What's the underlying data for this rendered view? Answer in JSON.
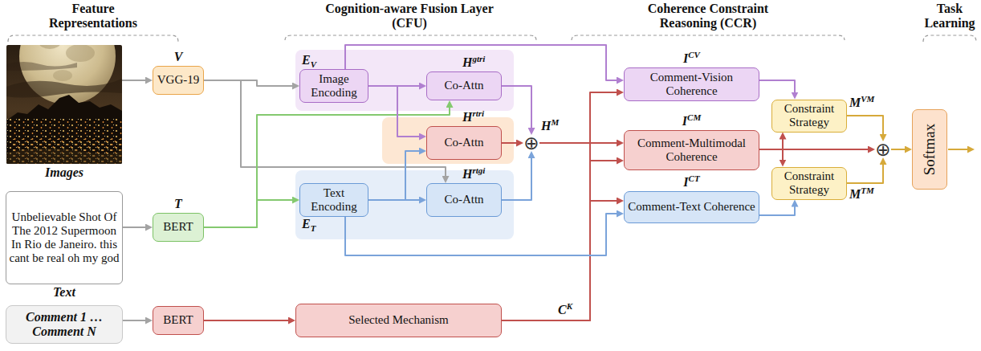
{
  "diagram": {
    "nodes": [
      {
        "text": [
          "Images"
        ]
      },
      {
        "text": [
          "Unbelievable Shot Of The 2012 Supermoon In Rio de Janeiro. this cant be real oh my god",
          "Text"
        ]
      },
      {
        "text": [
          "Comment 1 … Comment N"
        ]
      },
      {
        "text": [
          "V",
          "VGG-19"
        ]
      },
      {
        "text": [
          "T",
          "BERT"
        ]
      },
      {
        "text": [
          "BERT"
        ]
      },
      {
        "text": [
          "EV",
          "Image Encoding"
        ]
      },
      {
        "text": [
          "Hgtri",
          "Co-Attn"
        ]
      },
      {
        "text": [
          "Hrtri",
          "Co-Attn"
        ]
      },
      {
        "text": [
          "Text Encoding",
          "ET"
        ]
      },
      {
        "text": [
          "Hrtgi",
          "Co-Attn"
        ]
      },
      {
        "text": [
          "⊕",
          "HM"
        ]
      },
      {
        "text": [
          "Selected Mechanism"
        ]
      },
      {
        "text": [
          "ICV",
          "Comment-Vision Coherence"
        ]
      },
      {
        "text": [
          "ICM",
          "Comment-Multimodal Coherence"
        ]
      },
      {
        "text": [
          "ICT",
          "Comment-Text Coherence"
        ]
      },
      {
        "text": [
          "Constraint Strategy",
          "MVM"
        ]
      },
      {
        "text": [
          "Constraint Strategy",
          "MTM"
        ]
      },
      {
        "text": [
          "⊕"
        ]
      },
      {
        "text": [
          "Softmax"
        ]
      }
    ],
    "edges": [
      {
        "from": 0,
        "to": 3,
        "arrow": "to"
      },
      {
        "from": 1,
        "to": 4,
        "arrow": "to"
      },
      {
        "from": 2,
        "to": 5,
        "arrow": "to"
      },
      {
        "from": 3,
        "to": 6,
        "arrow": "to"
      },
      {
        "from": 3,
        "to": 10,
        "arrow": "to"
      },
      {
        "from": 4,
        "to": 7,
        "arrow": "to"
      },
      {
        "from": 4,
        "to": 9,
        "arrow": "to"
      },
      {
        "from": 6,
        "to": 7,
        "arrow": "to"
      },
      {
        "from": 6,
        "to": 8,
        "arrow": "to"
      },
      {
        "from": 9,
        "to": 8,
        "arrow": "to"
      },
      {
        "from": 9,
        "to": 10,
        "arrow": "to"
      },
      {
        "from": 7,
        "to": 11,
        "arrow": "to"
      },
      {
        "from": 8,
        "to": 11,
        "arrow": "to"
      },
      {
        "from": 10,
        "to": 11,
        "arrow": "to"
      },
      {
        "from": 11,
        "to": 14,
        "arrow": "to"
      },
      {
        "from": 5,
        "to": 12,
        "arrow": "to"
      },
      {
        "from": 12,
        "to": 13,
        "arrow": "to"
      },
      {
        "from": 12,
        "to": 14,
        "label": "CK",
        "arrow": "to"
      },
      {
        "from": 12,
        "to": 15,
        "arrow": "to"
      },
      {
        "from": 6,
        "to": 13,
        "arrow": "to"
      },
      {
        "from": 9,
        "to": 15,
        "arrow": "to"
      },
      {
        "from": 13,
        "to": 16,
        "arrow": "to"
      },
      {
        "from": 14,
        "to": 16,
        "arrow": "to"
      },
      {
        "from": 14,
        "to": 18,
        "arrow": "to"
      },
      {
        "from": 14,
        "to": 17,
        "arrow": "to"
      },
      {
        "from": 15,
        "to": 17,
        "arrow": "to"
      },
      {
        "from": 16,
        "to": 18,
        "arrow": "to"
      },
      {
        "from": 17,
        "to": 18,
        "arrow": "to"
      },
      {
        "from": 18,
        "to": 19,
        "arrow": "to"
      }
    ],
    "labels": [
      "Feature Representations",
      "Cognition-aware Fusion Layer (CFU)",
      "Coherence Constraint Reasoning (CCR)",
      "Task Learning"
    ]
  }
}
